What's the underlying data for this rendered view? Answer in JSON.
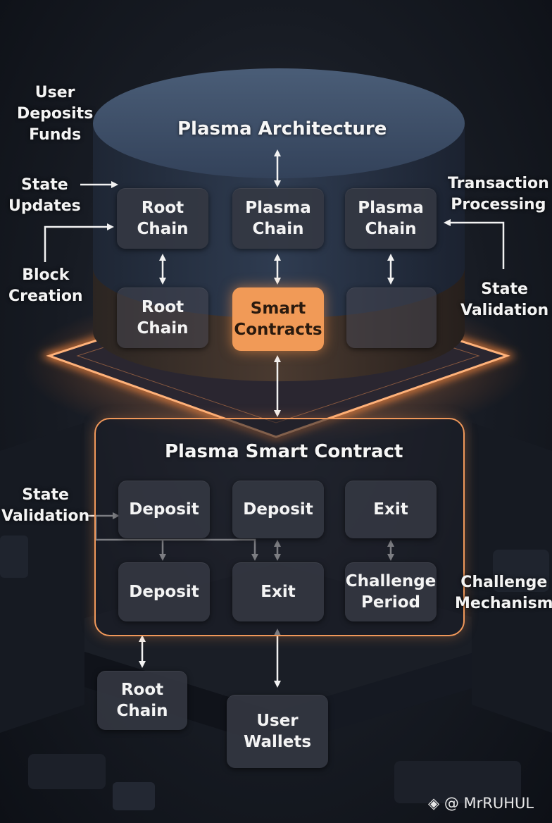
{
  "diagram": {
    "title": "Plasma Architecture",
    "upper_row": [
      "Root\nChain",
      "Plasma\nChain",
      "Plasma\nChain"
    ],
    "lower_row": [
      "Root\nChain",
      "Smart\nContracts",
      ""
    ],
    "side_labels": {
      "user_deposits": "User\nDeposits\nFunds",
      "state_updates": "State\nUpdates",
      "block_creation": "Block\nCreation",
      "transaction_processing": "Transaction\nProcessing",
      "state_validation_right": "State\nValidation"
    },
    "smart_contract_panel": {
      "title": "Plasma Smart Contract",
      "row1": [
        "Deposit",
        "Deposit",
        "Exit"
      ],
      "row2": [
        "Deposit",
        "Exit",
        "Challenge\nPeriod"
      ]
    },
    "panel_side_labels": {
      "state_validation_left": "State\nValidation",
      "challenge_mechanism": "Challenge\nMechanism"
    },
    "bottom": {
      "root_chain": "Root\nChain",
      "user_wallets": "User\nWallets"
    },
    "watermark": "@ MrRUHUL",
    "colors": {
      "accent": "#f19a57",
      "glow": "#ff8a3d",
      "box": "#343842"
    }
  }
}
